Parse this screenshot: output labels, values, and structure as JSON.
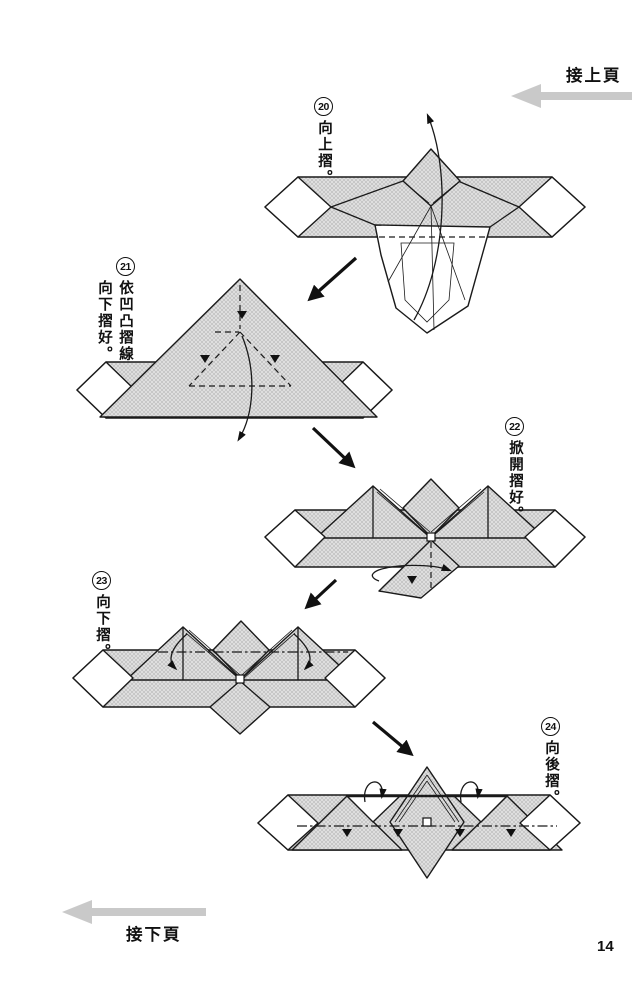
{
  "page": {
    "number": "14"
  },
  "nav": {
    "prev_label": "接上頁",
    "next_label": "接下頁"
  },
  "steps": {
    "s20": {
      "number": "20",
      "line1": "向上摺。"
    },
    "s21": {
      "number": "21",
      "line1": "依凹凸摺線",
      "line2": "向下摺好。"
    },
    "s22": {
      "number": "22",
      "line1": "掀開摺好。"
    },
    "s23": {
      "number": "23",
      "line1": "向下摺。"
    },
    "s24": {
      "number": "24",
      "line1": "向後摺。"
    }
  },
  "colors": {
    "paper_shade": "#e2e2e2",
    "hatch_line": "#b8b8b8",
    "outline": "#1a1a1a",
    "nav_arrow": "#c9c9c9",
    "background": "#ffffff"
  }
}
